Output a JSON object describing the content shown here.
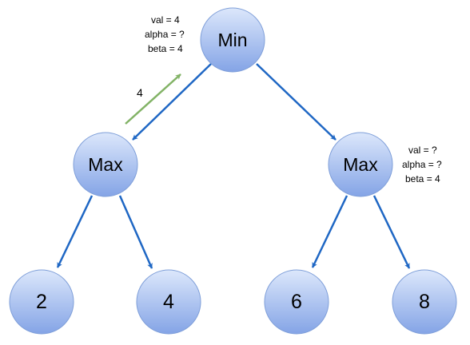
{
  "colors": {
    "node_fill_light": "#dce7fb",
    "node_fill_dark": "#84a4e6",
    "node_stroke": "#7f9fd9",
    "edge": "#1f67c4",
    "backprop_edge": "#82b366"
  },
  "nodes": [
    {
      "id": "root",
      "label": "Min"
    },
    {
      "id": "max-left",
      "label": "Max"
    },
    {
      "id": "max-right",
      "label": "Max"
    },
    {
      "id": "leaf-1",
      "label": "2"
    },
    {
      "id": "leaf-2",
      "label": "4"
    },
    {
      "id": "leaf-3",
      "label": "6"
    },
    {
      "id": "leaf-4",
      "label": "8"
    }
  ],
  "notes": {
    "root": [
      "val = 4",
      "alpha = ?",
      "beta = 4"
    ],
    "max_right": [
      "val = ?",
      "alpha = ?",
      "beta = 4"
    ]
  },
  "edge_label": "4"
}
